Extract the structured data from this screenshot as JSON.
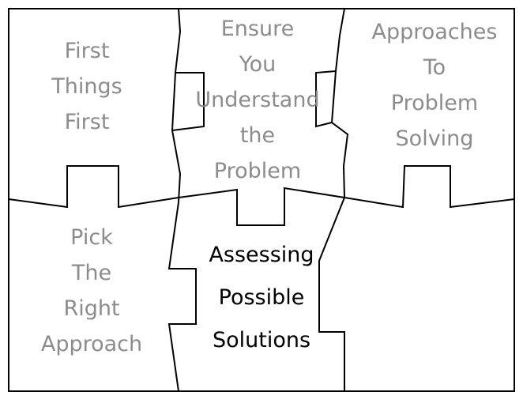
{
  "diagram": {
    "pieces": [
      {
        "id": "top-left",
        "lines": [
          "First",
          "Things",
          "First"
        ],
        "active": false
      },
      {
        "id": "top-center",
        "lines": [
          "Ensure",
          "You",
          "Understand",
          "the",
          "Problem"
        ],
        "active": false
      },
      {
        "id": "top-right",
        "lines": [
          "Approaches",
          "To",
          "Problem",
          "Solving"
        ],
        "active": false
      },
      {
        "id": "bottom-left",
        "lines": [
          "Pick",
          "The",
          "Right",
          "Approach"
        ],
        "active": false
      },
      {
        "id": "bottom-center",
        "lines": [
          "Assessing",
          "Possible",
          "Solutions"
        ],
        "active": true
      }
    ],
    "colors": {
      "inactive_text": "#8c8c8c",
      "active_text": "#000000",
      "outline": "#000000"
    }
  }
}
